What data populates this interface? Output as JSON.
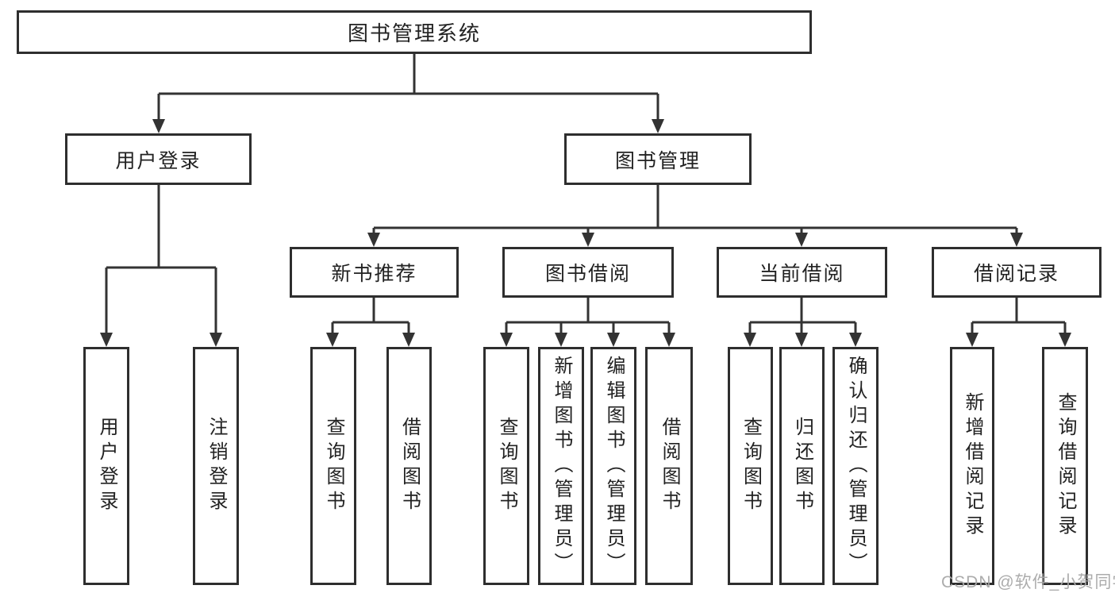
{
  "diagram": {
    "watermark": "CSDN @软件_小贺同学",
    "tree": {
      "label": "图书管理系统",
      "children": [
        {
          "label": "用户登录",
          "children": [
            {
              "label": "用户登录"
            },
            {
              "label": "注销登录"
            }
          ]
        },
        {
          "label": "图书管理",
          "children": [
            {
              "label": "新书推荐",
              "children": [
                {
                  "label": "查询图书"
                },
                {
                  "label": "借阅图书"
                }
              ]
            },
            {
              "label": "图书借阅",
              "children": [
                {
                  "label": "查询图书"
                },
                {
                  "label": "新增图书（管理员）"
                },
                {
                  "label": "编辑图书（管理员）"
                },
                {
                  "label": "借阅图书"
                }
              ]
            },
            {
              "label": "当前借阅",
              "children": [
                {
                  "label": "查询图书"
                },
                {
                  "label": "归还图书"
                },
                {
                  "label": "确认归还（管理员）"
                }
              ]
            },
            {
              "label": "借阅记录",
              "children": [
                {
                  "label": "新增借阅记录"
                },
                {
                  "label": "查询借阅记录"
                }
              ]
            }
          ]
        }
      ]
    }
  }
}
